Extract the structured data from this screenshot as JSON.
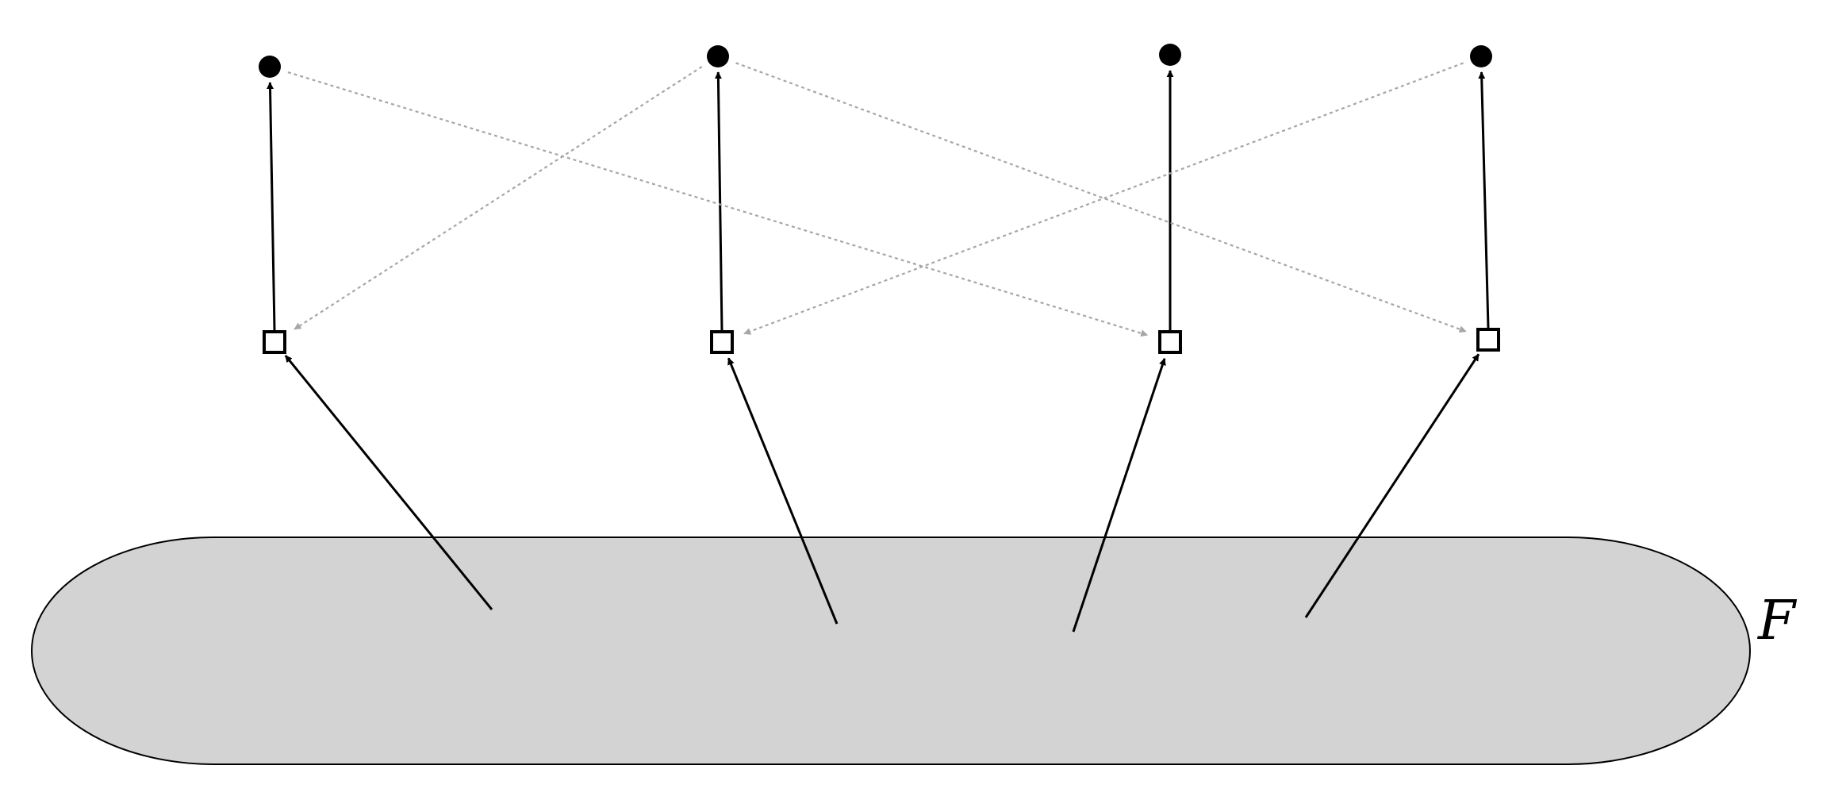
{
  "region": {
    "label": "F",
    "fill": "#d3d3d3",
    "stroke": "#000000"
  },
  "top_nodes": [
    {
      "id": "t1",
      "shape": "filled-circle"
    },
    {
      "id": "t2",
      "shape": "filled-circle"
    },
    {
      "id": "t3",
      "shape": "filled-circle"
    },
    {
      "id": "t4",
      "shape": "filled-circle"
    }
  ],
  "mid_nodes": [
    {
      "id": "m1",
      "shape": "open-square"
    },
    {
      "id": "m2",
      "shape": "open-square"
    },
    {
      "id": "m3",
      "shape": "open-square"
    },
    {
      "id": "m4",
      "shape": "open-square"
    }
  ],
  "edges": {
    "region_to_mid": [
      {
        "from": "F",
        "to": "m1"
      },
      {
        "from": "F",
        "to": "m2"
      },
      {
        "from": "F",
        "to": "m3"
      },
      {
        "from": "F",
        "to": "m4"
      }
    ],
    "mid_to_top": [
      {
        "from": "m1",
        "to": "t1"
      },
      {
        "from": "m2",
        "to": "t2"
      },
      {
        "from": "m3",
        "to": "t3"
      },
      {
        "from": "m4",
        "to": "t4"
      }
    ],
    "top_to_mid_dashed": [
      {
        "from": "t1",
        "to": "m3"
      },
      {
        "from": "t2",
        "to": "m1"
      },
      {
        "from": "t2",
        "to": "m4"
      },
      {
        "from": "t4",
        "to": "m2"
      }
    ]
  },
  "colors": {
    "solid_arrow": "#000000",
    "dashed_arrow": "#a6a6a6"
  }
}
